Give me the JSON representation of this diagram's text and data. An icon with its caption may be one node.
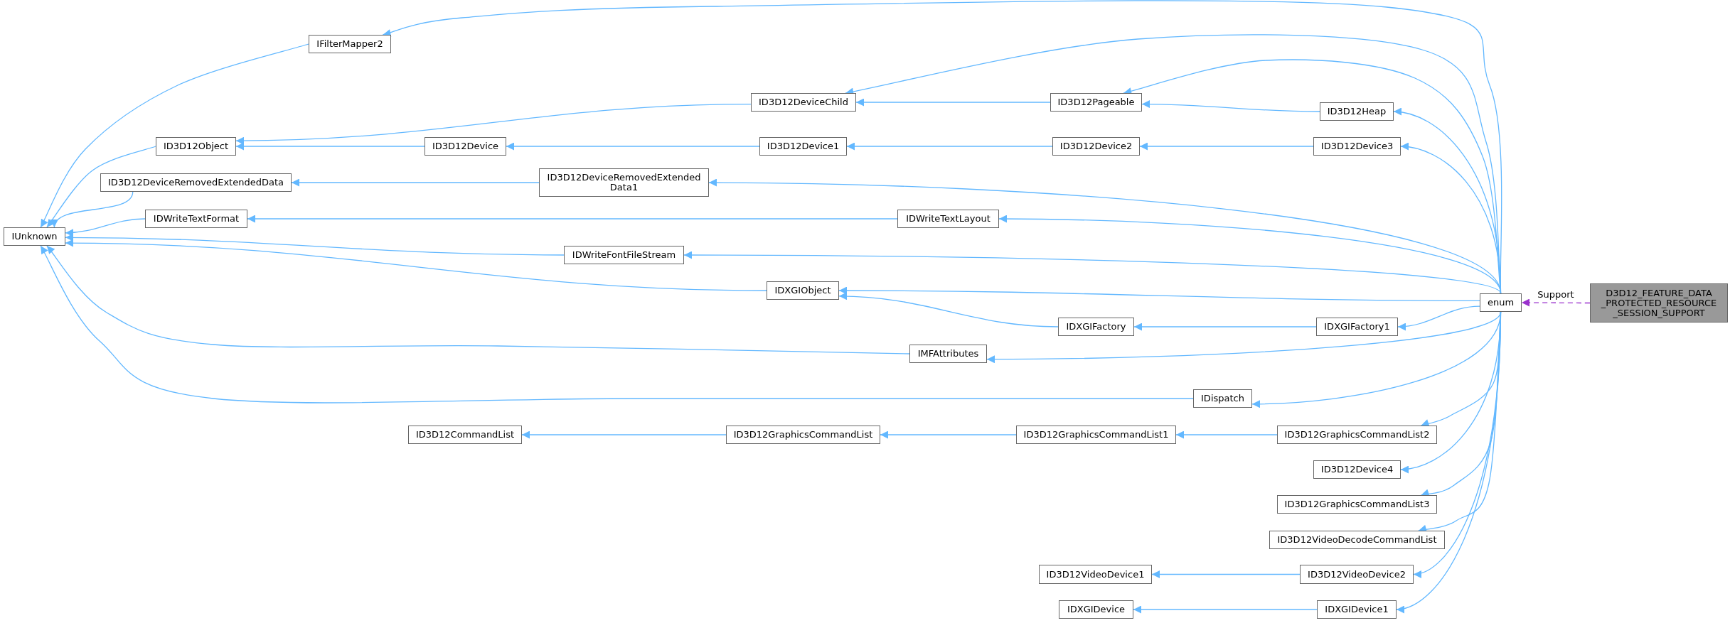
{
  "diagram": {
    "nodes": [
      {
        "text": [
          "IUnknown"
        ]
      },
      {
        "text": [
          "IFilterMapper2"
        ]
      },
      {
        "text": [
          "ID3D12Object"
        ]
      },
      {
        "text": [
          "ID3D12DeviceRemovedExtendedData"
        ]
      },
      {
        "text": [
          "IDWriteTextFormat"
        ]
      },
      {
        "text": [
          "ID3D12CommandList"
        ]
      },
      {
        "text": [
          "ID3D12DeviceChild"
        ]
      },
      {
        "text": [
          "ID3D12Device"
        ]
      },
      {
        "text": [
          "ID3D12DeviceRemovedExtended Data1"
        ]
      },
      {
        "text": [
          "IDWriteFontFileStream"
        ]
      },
      {
        "text": [
          "IDXGIObject"
        ]
      },
      {
        "text": [
          "IMFAttributes"
        ]
      },
      {
        "text": [
          "ID3D12GraphicsCommandList"
        ]
      },
      {
        "text": [
          "ID3D12Device1"
        ]
      },
      {
        "text": [
          "IDWriteTextLayout"
        ]
      },
      {
        "text": [
          "ID3D12Pageable"
        ]
      },
      {
        "text": [
          "ID3D12Device2"
        ]
      },
      {
        "text": [
          "IDXGIFactory"
        ]
      },
      {
        "text": [
          "ID3D12GraphicsCommandList1"
        ]
      },
      {
        "text": [
          "ID3D12VideoDevice1"
        ]
      },
      {
        "text": [
          "IDXGIDevice"
        ]
      },
      {
        "text": [
          "IDispatch"
        ]
      },
      {
        "text": [
          "ID3D12Heap"
        ]
      },
      {
        "text": [
          "ID3D12Device3"
        ]
      },
      {
        "text": [
          "IDXGIFactory1"
        ]
      },
      {
        "text": [
          "ID3D12GraphicsCommandList2"
        ]
      },
      {
        "text": [
          "ID3D12Device4"
        ]
      },
      {
        "text": [
          "ID3D12GraphicsCommandList3"
        ]
      },
      {
        "text": [
          "ID3D12VideoDecodeCommandList"
        ]
      },
      {
        "text": [
          "ID3D12VideoDevice2"
        ]
      },
      {
        "text": [
          "IDXGIDevice1"
        ]
      },
      {
        "text": [
          "enum"
        ]
      },
      {
        "text": [
          "D3D12_FEATURE_DATA _PROTECTED_RESOURCE _SESSION_SUPPORT"
        ]
      }
    ],
    "edges": [
      {
        "from": 1,
        "to": 0,
        "arrow": "to"
      },
      {
        "from": 2,
        "to": 0,
        "arrow": "to"
      },
      {
        "from": 3,
        "to": 0,
        "arrow": "to"
      },
      {
        "from": 4,
        "to": 0,
        "arrow": "to"
      },
      {
        "from": 9,
        "to": 0,
        "arrow": "to"
      },
      {
        "from": 10,
        "to": 0,
        "arrow": "to"
      },
      {
        "from": 11,
        "to": 0,
        "arrow": "to"
      },
      {
        "from": 21,
        "to": 0,
        "arrow": "to"
      },
      {
        "from": 6,
        "to": 2,
        "arrow": "to"
      },
      {
        "from": 7,
        "to": 2,
        "arrow": "to"
      },
      {
        "from": 13,
        "to": 7,
        "arrow": "to"
      },
      {
        "from": 16,
        "to": 13,
        "arrow": "to"
      },
      {
        "from": 23,
        "to": 16,
        "arrow": "to"
      },
      {
        "from": 15,
        "to": 6,
        "arrow": "to"
      },
      {
        "from": 22,
        "to": 15,
        "arrow": "to"
      },
      {
        "from": 8,
        "to": 3,
        "arrow": "to"
      },
      {
        "from": 14,
        "to": 4,
        "arrow": "to"
      },
      {
        "from": 17,
        "to": 10,
        "arrow": "to"
      },
      {
        "from": 24,
        "to": 17,
        "arrow": "to"
      },
      {
        "from": 12,
        "to": 5,
        "arrow": "to"
      },
      {
        "from": 18,
        "to": 12,
        "arrow": "to"
      },
      {
        "from": 25,
        "to": 18,
        "arrow": "to"
      },
      {
        "from": 29,
        "to": 19,
        "arrow": "to"
      },
      {
        "from": 30,
        "to": 20,
        "arrow": "to"
      },
      {
        "from": 31,
        "to": 1,
        "arrow": "to"
      },
      {
        "from": 31,
        "to": 6,
        "arrow": "to"
      },
      {
        "from": 31,
        "to": 15,
        "arrow": "to"
      },
      {
        "from": 31,
        "to": 22,
        "arrow": "to"
      },
      {
        "from": 31,
        "to": 23,
        "arrow": "to"
      },
      {
        "from": 31,
        "to": 8,
        "arrow": "to"
      },
      {
        "from": 31,
        "to": 14,
        "arrow": "to"
      },
      {
        "from": 31,
        "to": 9,
        "arrow": "to"
      },
      {
        "from": 31,
        "to": 10,
        "arrow": "to"
      },
      {
        "from": 31,
        "to": 24,
        "arrow": "to"
      },
      {
        "from": 31,
        "to": 11,
        "arrow": "to"
      },
      {
        "from": 31,
        "to": 21,
        "arrow": "to"
      },
      {
        "from": 31,
        "to": 25,
        "arrow": "to"
      },
      {
        "from": 31,
        "to": 26,
        "arrow": "to"
      },
      {
        "from": 31,
        "to": 27,
        "arrow": "to"
      },
      {
        "from": 31,
        "to": 28,
        "arrow": "to"
      },
      {
        "from": 31,
        "to": 29,
        "arrow": "to"
      },
      {
        "from": 31,
        "to": 30,
        "arrow": "to"
      },
      {
        "from": 32,
        "to": 31,
        "arrow": "to",
        "label": "Support",
        "style": "dashed",
        "color": "#9a32cd"
      }
    ]
  }
}
